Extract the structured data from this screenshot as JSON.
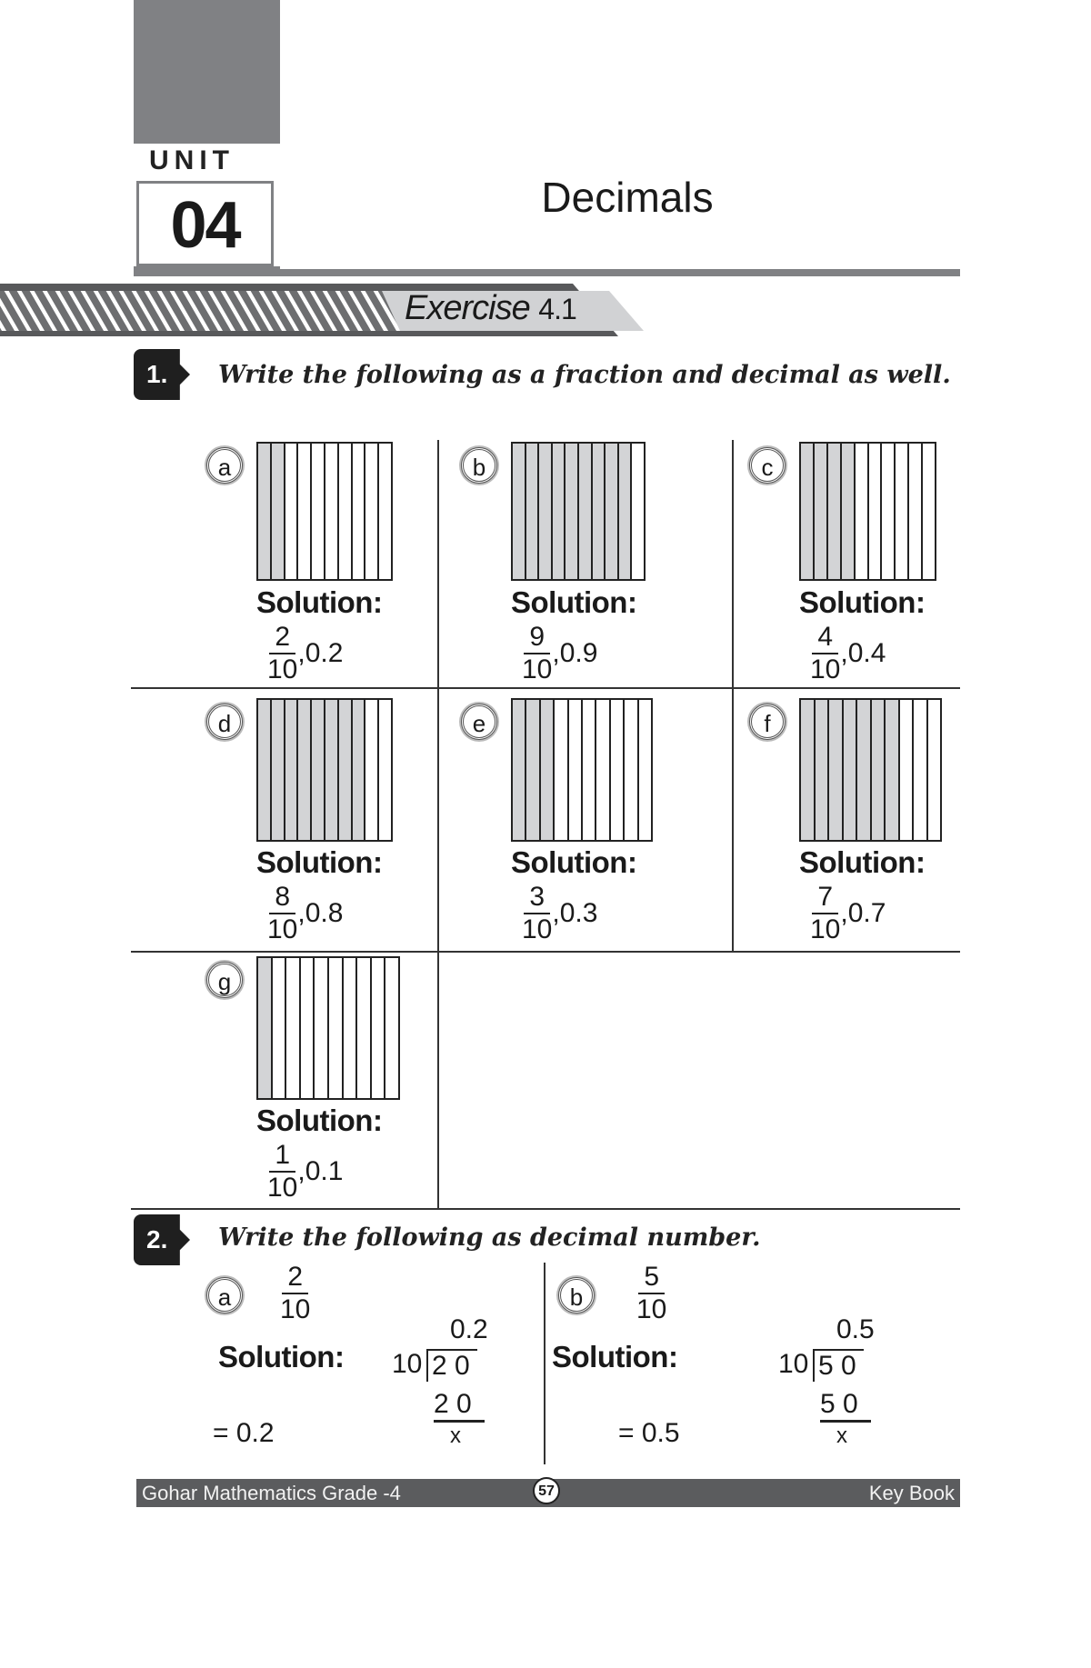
{
  "header": {
    "unit_label": "UNIT",
    "unit_number": "04",
    "title": "Decimals",
    "exercise_word": "Exercise",
    "exercise_number": "4.1"
  },
  "q1": {
    "number": "1.",
    "text": "Write the following as a fraction and decimal as well.",
    "solution_label": "Solution:",
    "items": [
      {
        "label": "a",
        "shaded": 2,
        "numerator": "2",
        "denominator": "10",
        "decimal": ",0.2"
      },
      {
        "label": "b",
        "shaded": 9,
        "numerator": "9",
        "denominator": "10",
        "decimal": ",0.9"
      },
      {
        "label": "c",
        "shaded": 4,
        "numerator": "4",
        "denominator": "10",
        "decimal": ",0.4"
      },
      {
        "label": "d",
        "shaded": 8,
        "numerator": "8",
        "denominator": "10",
        "decimal": ",0.8"
      },
      {
        "label": "e",
        "shaded": 3,
        "numerator": "3",
        "denominator": "10",
        "decimal": ",0.3"
      },
      {
        "label": "f",
        "shaded": 7,
        "numerator": "7",
        "denominator": "10",
        "decimal": ",0.7"
      },
      {
        "label": "g",
        "shaded": 1,
        "numerator": "1",
        "denominator": "10",
        "decimal": ",0.1"
      }
    ]
  },
  "q2": {
    "number": "2.",
    "text": "Write the following as decimal number.",
    "solution_label": "Solution:",
    "items": [
      {
        "label": "a",
        "numerator": "2",
        "denominator": "10",
        "divisor": "10",
        "dividend": "2 0",
        "quotient": "0.2",
        "subtract": "2 0",
        "remainder": "x",
        "answer": "= 0.2"
      },
      {
        "label": "b",
        "numerator": "5",
        "denominator": "10",
        "divisor": "10",
        "dividend": "5 0",
        "quotient": "0.5",
        "subtract": "5 0",
        "remainder": "x",
        "answer": "= 0.5"
      }
    ]
  },
  "footer": {
    "book": "Gohar Mathematics Grade -4",
    "page": "57",
    "right": "Key Book"
  },
  "colors": {
    "band_gray": "#808184",
    "shade": "#d3d4d6",
    "footer": "#5b5c5e"
  }
}
